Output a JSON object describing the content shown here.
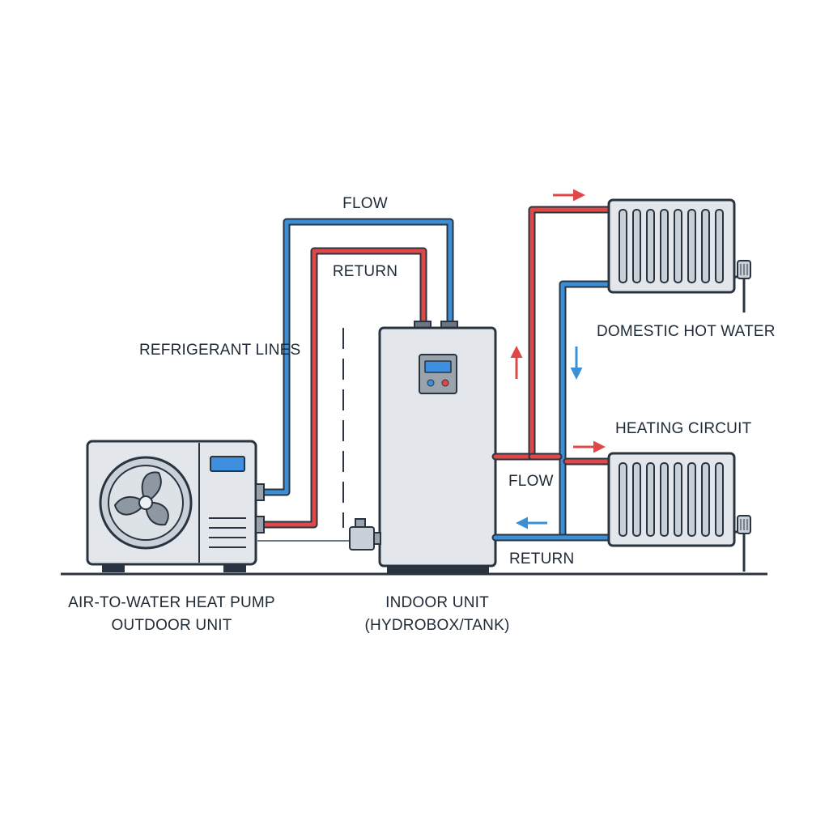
{
  "labels": {
    "top_flow": "FLOW",
    "top_return": "RETURN",
    "refrigerant_lines": "REFRIGERANT LINES",
    "domestic_hot_water": "DOMESTIC HOT WATER",
    "heating_circuit": "HEATING CIRCUIT",
    "lower_flow": "FLOW",
    "lower_return": "RETURN",
    "outdoor_unit_line1": "AIR-TO-WATER HEAT PUMP",
    "outdoor_unit_line2": "OUTDOOR UNIT",
    "indoor_unit_line1": "INDOOR UNIT",
    "indoor_unit_line2": "(HYDROBOX/TANK)"
  },
  "colors": {
    "flow_pipe": "#e04848",
    "return_pipe": "#3b8fd6",
    "outline": "#2a3440",
    "unit_fill": "#e3e7eb",
    "unit_shade": "#c9d0d7",
    "display": "#3f8fe0",
    "background": "#ffffff"
  },
  "icons": {
    "fan": "fan-icon",
    "control_panel": "control-panel-icon",
    "radiator": "radiator-icon",
    "thermostatic_valve": "thermostatic-valve-icon",
    "pump": "circulation-pump-icon",
    "flow_arrow": "arrow-icon"
  }
}
